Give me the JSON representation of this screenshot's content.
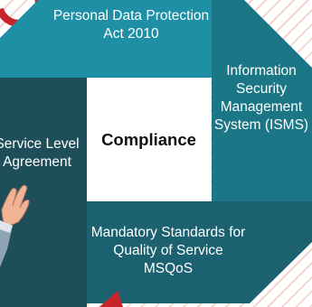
{
  "diagram": {
    "center": {
      "label": "Compliance"
    },
    "sections": {
      "top": {
        "label": "Personal Data Protection Act 2010"
      },
      "right": {
        "label": "Information Security Management System (ISMS)"
      },
      "left": {
        "label": "Service Level Agreement"
      },
      "bottom": {
        "label": "Mandatory Standards for Quality of Service MSQoS"
      }
    }
  },
  "colors": {
    "top": "#1f8fa6",
    "right": "#1b7686",
    "left": "#1f4e5b",
    "bottom": "#1b6170",
    "accent": "#c8252b",
    "background_stripe": "#f1d7cd"
  }
}
